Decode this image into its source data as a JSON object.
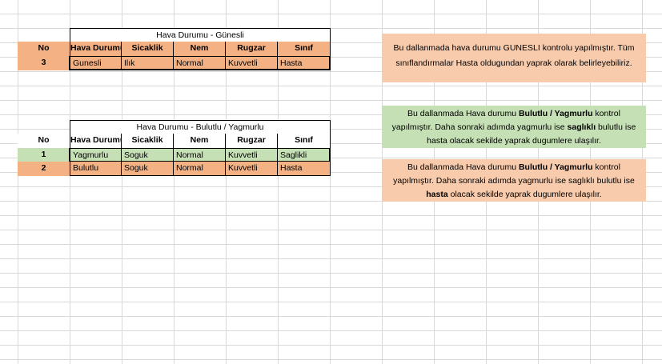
{
  "table1": {
    "title": "Hava Durumu - Günesli",
    "headers": [
      "No",
      "Hava Durumu",
      "Sicaklik",
      "Nem",
      "Rugzar",
      "Sınıf"
    ],
    "rows": [
      [
        "3",
        "Gunesli",
        "Ilık",
        "Normal",
        "Kuvvetli",
        "Hasta"
      ]
    ]
  },
  "table2": {
    "title": "Hava Durumu - Bulutlu / Yagmurlu",
    "headers": [
      "No",
      "Hava Durumu",
      "Sicaklik",
      "Nem",
      "Rugzar",
      "Sınıf"
    ],
    "rows": [
      [
        "1",
        "Yagmurlu",
        "Soguk",
        "Normal",
        "Kuvvetli",
        "Saglikli"
      ],
      [
        "2",
        "Bulutlu",
        "Soguk",
        "Normal",
        "Kuvvetli",
        "Hasta"
      ]
    ]
  },
  "notes": {
    "note1": {
      "p1": "Bu dallanmada hava durumu GUNESLI kontrolu yapılmıştır. Tüm sınıflandırmalar Hasta oldugundan yaprak olarak belirleyebiliriz."
    },
    "note2": {
      "p1": "Bu dallanmada Hava durumu ",
      "bold1": "Bulutlu / Yagmurlu",
      "p2": " kontrol yapılmıştır. Daha sonraki adımda yagmurlu ise ",
      "bold2": "saglıklı",
      "p3": " bulutlu ise hasta olacak sekilde yaprak dugumlere ulaşılır."
    },
    "note3": {
      "p1": "Bu dallanmada Hava durumu ",
      "bold1": "Bulutlu / Yagmurlu",
      "p2": " kontrol yapılmıştır. Daha sonraki adımda yagmurlu ise saglıklı bulutlu ise ",
      "bold2": "hasta",
      "p3": " olacak sekilde yaprak dugumlere ulaşılır."
    }
  },
  "colors": {
    "header_orange": "#f4b183",
    "row_peach": "#f8cbad",
    "row_green": "#c5e0b4",
    "grid": "#d9d9d9"
  }
}
